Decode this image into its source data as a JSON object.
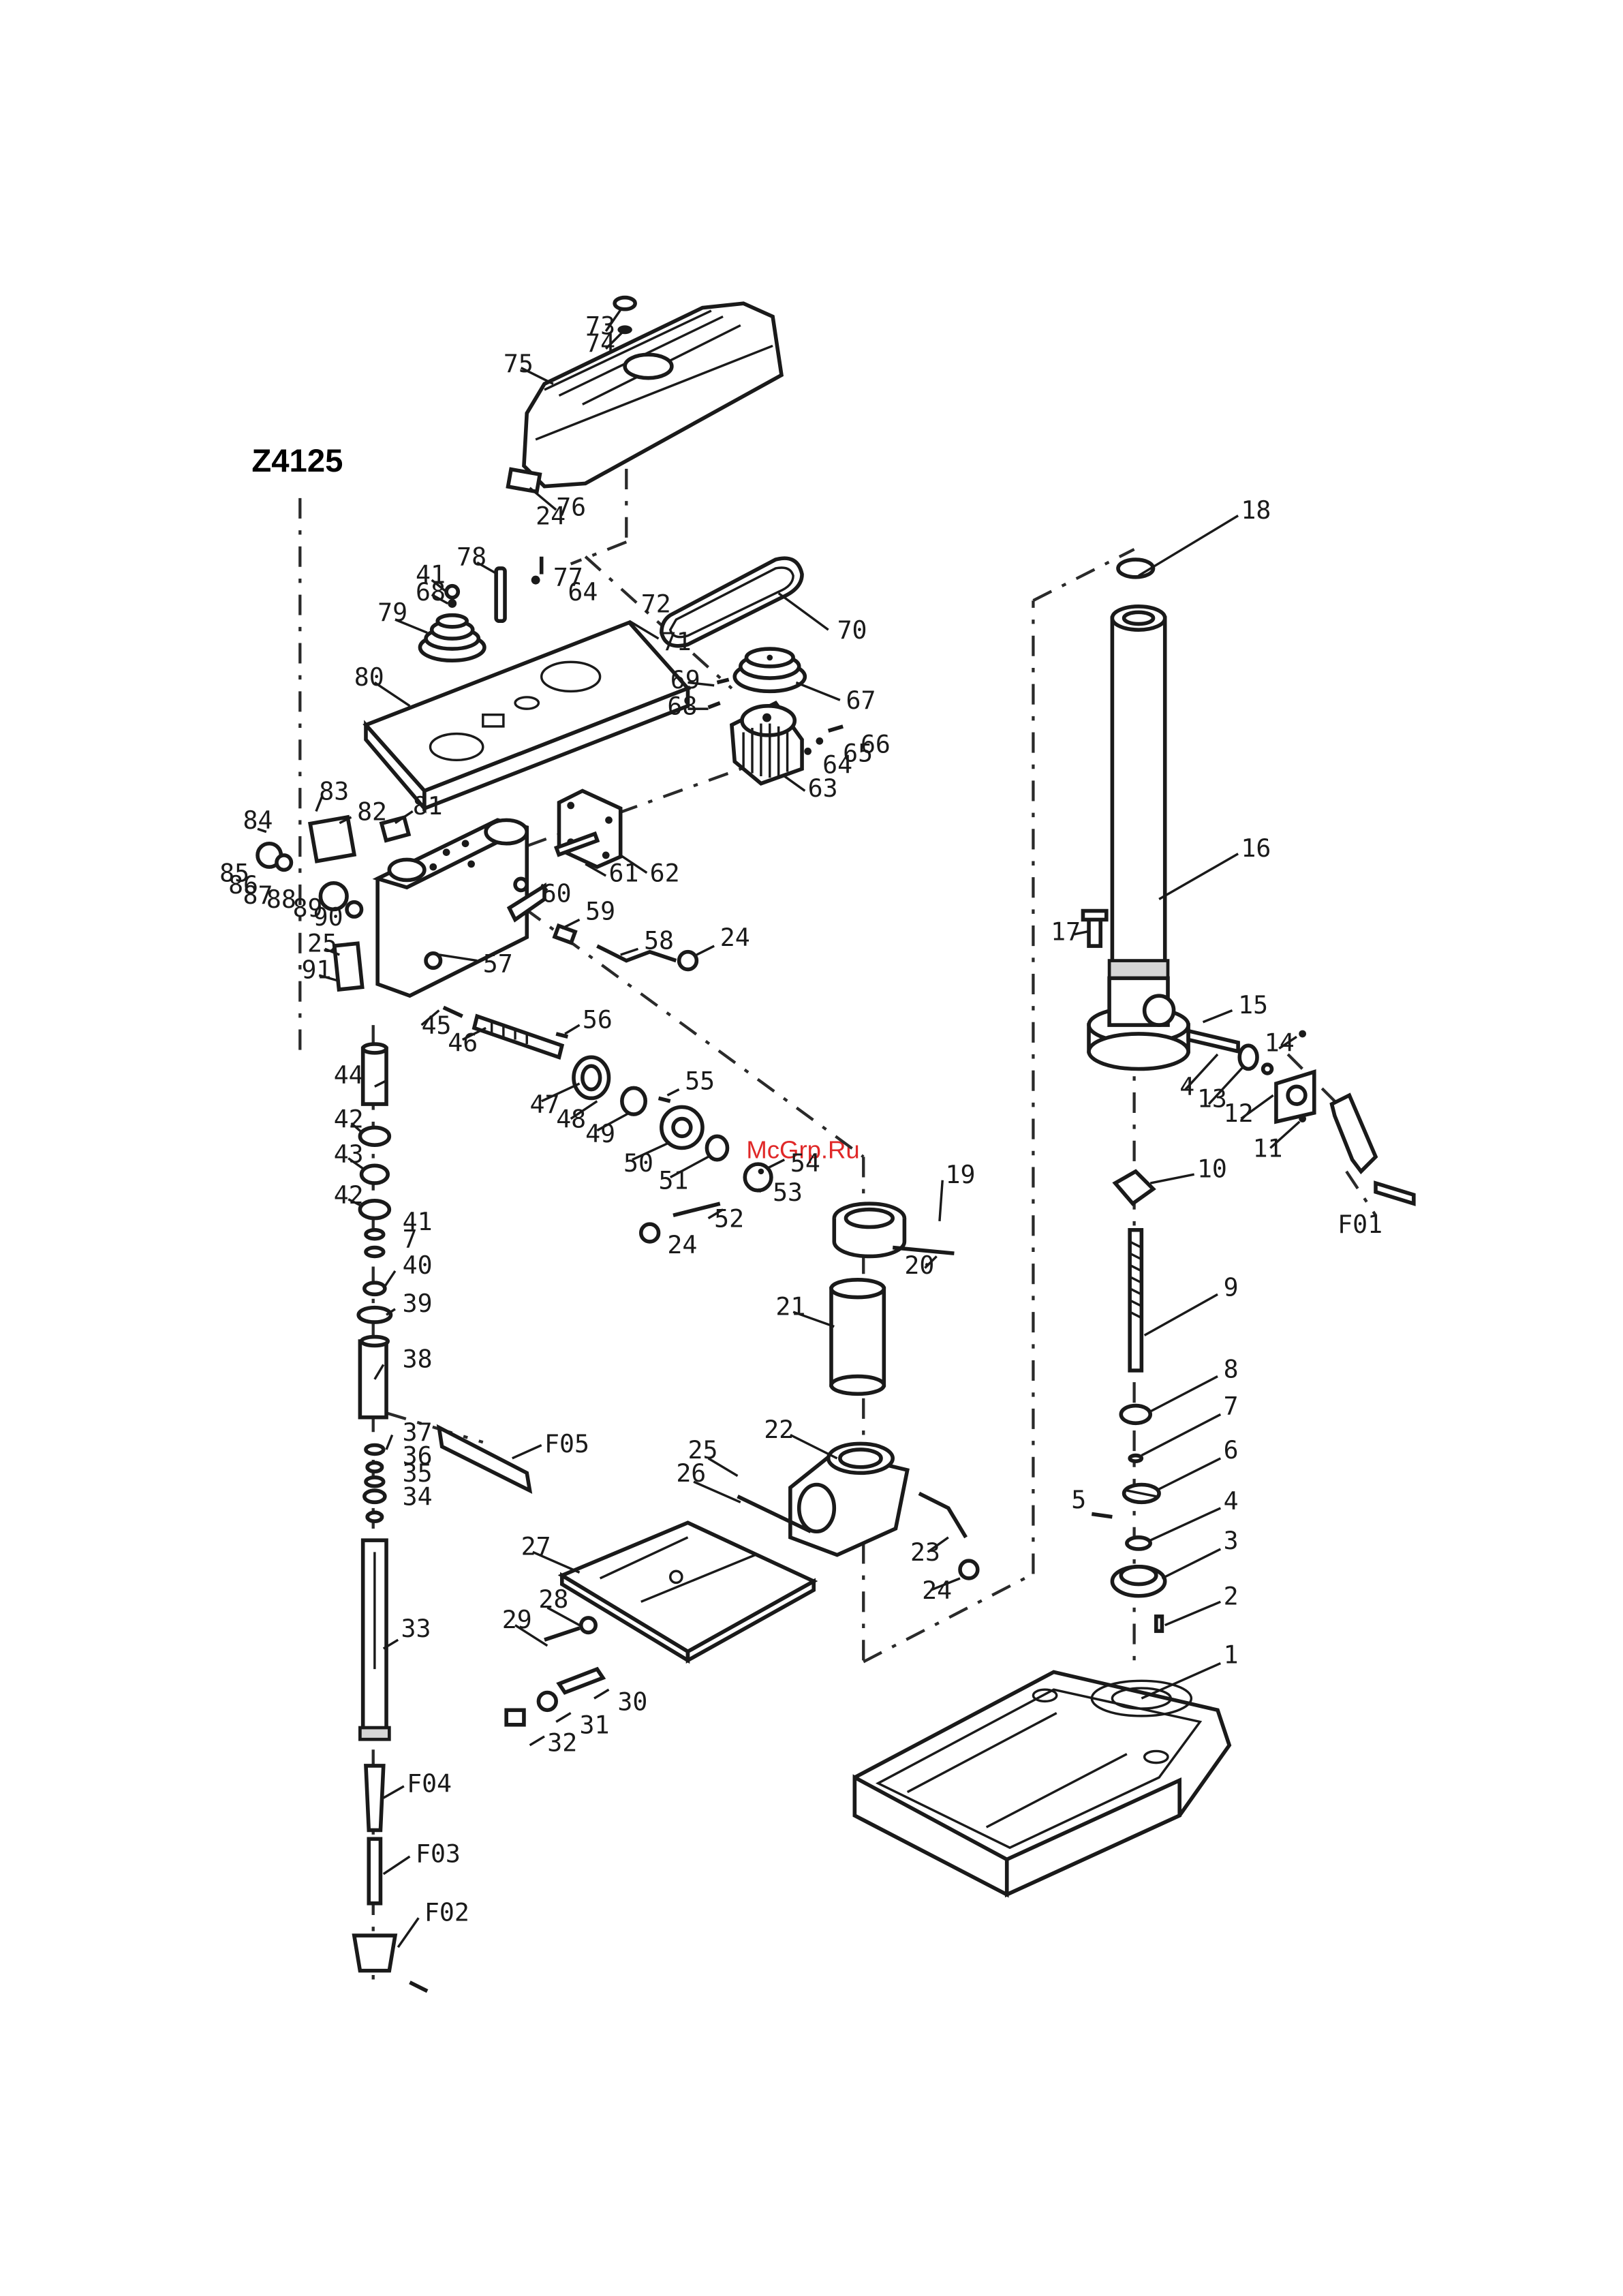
{
  "diagram": {
    "model": "Z4125",
    "watermark": "McGrp.Ru",
    "part_labels": [
      "1",
      "2",
      "3",
      "4",
      "4",
      "5",
      "6",
      "7",
      "7",
      "8",
      "9",
      "10",
      "11",
      "12",
      "13",
      "14",
      "15",
      "16",
      "17",
      "18",
      "19",
      "20",
      "21",
      "22",
      "23",
      "24",
      "24",
      "24",
      "24",
      "25",
      "25",
      "26",
      "27",
      "28",
      "29",
      "30",
      "31",
      "32",
      "33",
      "34",
      "35",
      "36",
      "37",
      "38",
      "39",
      "40",
      "41",
      "41",
      "42",
      "42",
      "43",
      "44",
      "45",
      "46",
      "47",
      "48",
      "49",
      "50",
      "51",
      "52",
      "53",
      "54",
      "55",
      "56",
      "57",
      "58",
      "59",
      "60",
      "61",
      "62",
      "63",
      "64",
      "64",
      "65",
      "66",
      "67",
      "68",
      "68",
      "69",
      "70",
      "71",
      "72",
      "73",
      "74",
      "75",
      "76",
      "77",
      "78",
      "79",
      "80",
      "81",
      "82",
      "83",
      "84",
      "85",
      "86",
      "87",
      "88",
      "89",
      "90",
      "91",
      "F01",
      "F02",
      "F03",
      "F04",
      "F05"
    ]
  }
}
